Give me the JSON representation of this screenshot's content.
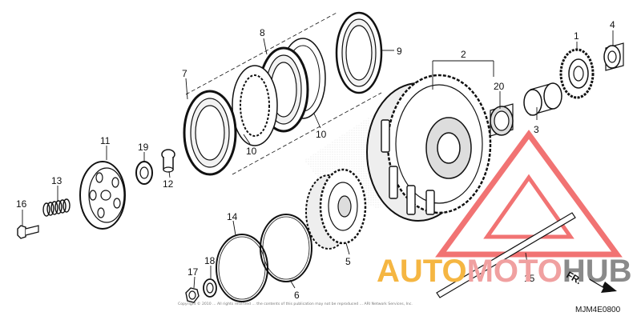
{
  "diagram": {
    "callouts": {
      "c1": "1",
      "c2": "2",
      "c3": "3",
      "c4": "4",
      "c5": "5",
      "c6": "6",
      "c7": "7",
      "c8": "8",
      "c9": "9",
      "c10a": "10",
      "c10b": "10",
      "c11": "11",
      "c12": "12",
      "c13": "13",
      "c14": "14",
      "c15": "15",
      "c16": "16",
      "c17": "17",
      "c18": "18",
      "c19": "19",
      "c20": "20"
    },
    "watermark": {
      "part1": "AUTO",
      "part2": "MOTO",
      "part3": "HUB",
      "colors": {
        "auto": "#f5b642",
        "moto": "#f0a0a0",
        "hub": "#8a8a8a",
        "triangle": "#ef5b5b"
      }
    },
    "front_marker": "FR.",
    "copyright": "Copyright © 2010 ... All rights reserved ... the contents of this publication may not be reproduced ... ARI Network Services, Inc.",
    "diagram_code": "MJM4E0800"
  }
}
